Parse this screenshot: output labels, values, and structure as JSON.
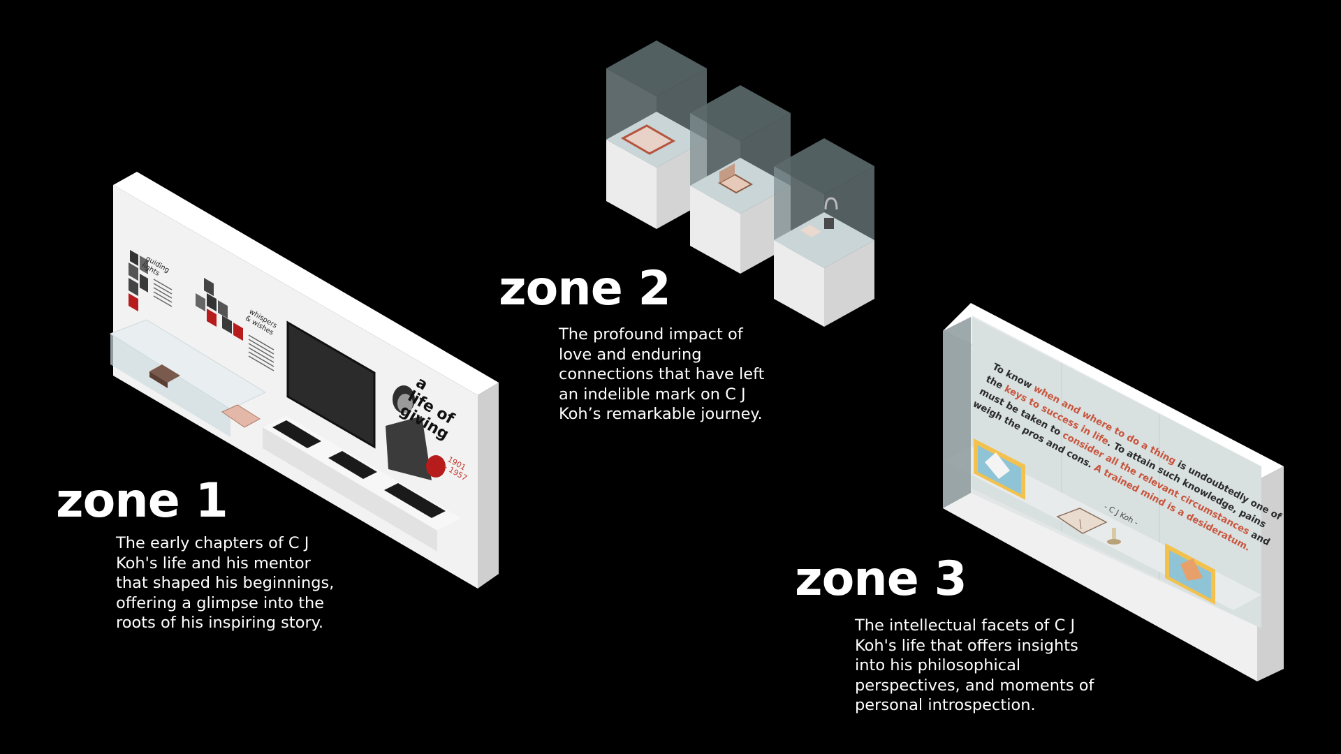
{
  "zones": [
    {
      "title": "zone 1",
      "description": "The early chapters of C J\nKoh's life and his mentor\nthat shaped his beginnings,\noffering a glimpse into the\nroots of his inspiring story."
    },
    {
      "title": "zone 2",
      "description": "The profound impact of\nlove and enduring\nconnections that have left\nan indelible mark on C J\nKoh’s remarkable journey."
    },
    {
      "title": "zone 3",
      "description": "The intellectual facets of C J\nKoh's life that offers insights\ninto his philosophical\nperspectives, and moments of\npersonal introspection."
    }
  ],
  "wall_zone1": {
    "panel_1_heading": "guiding\nlights",
    "panel_2_heading": "whispers\n& wishes",
    "feature_title": [
      "a",
      "life of",
      "giving"
    ],
    "years": [
      "1901",
      "– 1957"
    ]
  },
  "wall_zone3": {
    "quote_lines": [
      [
        {
          "t": "To know ",
          "hl": false
        },
        {
          "t": "when and where to do a thing",
          "hl": true
        },
        {
          "t": " is undoubtedly one of",
          "hl": false
        }
      ],
      [
        {
          "t": "the ",
          "hl": false
        },
        {
          "t": "keys to success in life",
          "hl": true
        },
        {
          "t": ". To attain such knowledge, pains",
          "hl": false
        }
      ],
      [
        {
          "t": "must be taken to ",
          "hl": false
        },
        {
          "t": "consider all the relevant circumstances",
          "hl": true
        },
        {
          "t": " and",
          "hl": false
        }
      ],
      [
        {
          "t": "weigh the pros and cons. ",
          "hl": false
        },
        {
          "t": "A trained mind is a desideratum.",
          "hl": true
        }
      ]
    ],
    "attribution": "- C J Koh -"
  },
  "colors": {
    "background": "#000000",
    "text": "#ffffff",
    "accent_red": "#c0392b",
    "quote_highlight": "#c8553d",
    "wall_front": "#f1f1f1",
    "wall_side": "#d2d2d2",
    "wall_top": "#ffffff",
    "glass": "#9fb3b6"
  }
}
